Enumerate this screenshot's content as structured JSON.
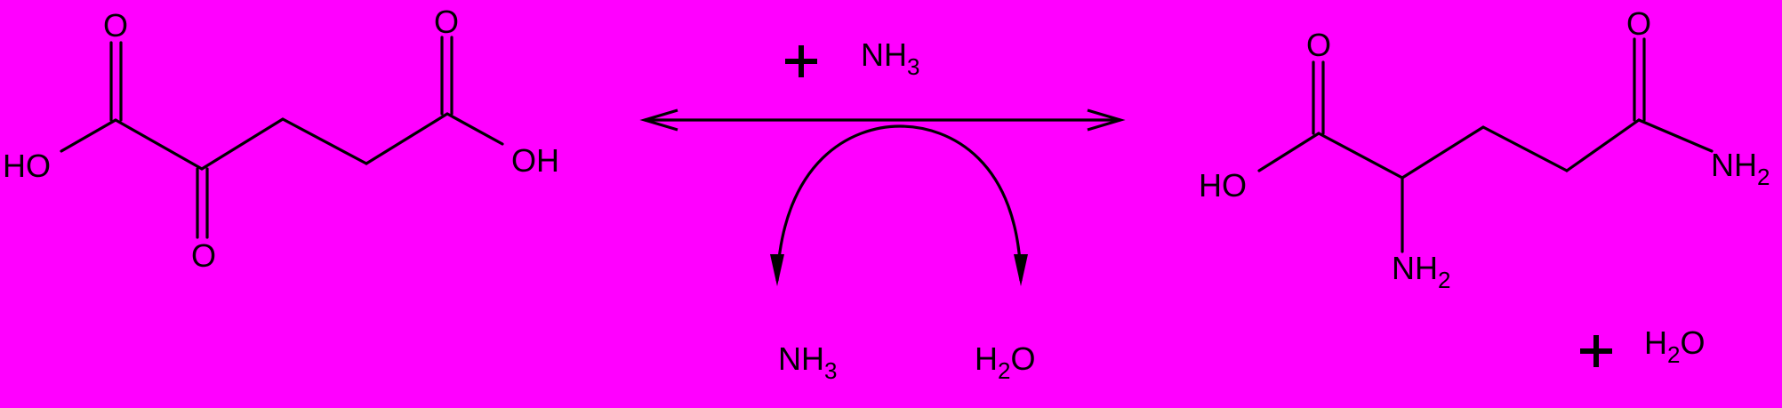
{
  "background_color": "#FF00FF",
  "ink_color": "#000000",
  "reactant": {
    "oxygen_top_left": "O",
    "oxygen_top_right": "O",
    "oxygen_bottom": "O",
    "hydroxyl_left": "HO",
    "hydroxyl_right": "OH"
  },
  "reagent_top": {
    "plus": "+",
    "label_main": "NH",
    "label_sub": "3"
  },
  "side_products": {
    "ammonia_main": "NH",
    "ammonia_sub": "3",
    "water_pre": "H",
    "water_sub": "2",
    "water_post": "O"
  },
  "product": {
    "oxygen_acid": "O",
    "oxygen_amide": "O",
    "hydroxyl": "HO",
    "amine_main": "NH",
    "amine_sub": "2",
    "amide_main": "NH",
    "amide_sub": "2"
  },
  "product_water": {
    "plus": "+",
    "water_pre": "H",
    "water_sub": "2",
    "water_post": "O"
  }
}
